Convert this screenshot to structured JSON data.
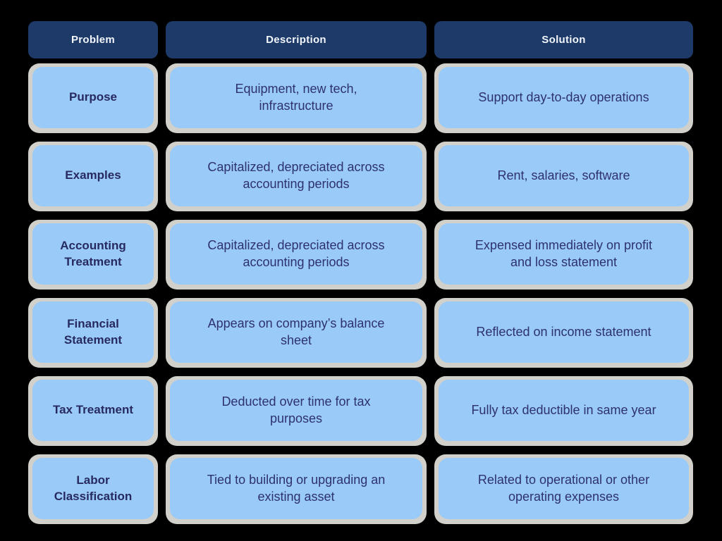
{
  "page": {
    "background_color": "#000000",
    "mat_color": "#d2d0ca",
    "cell_color": "#9acaf8",
    "header_color": "#1d3a69",
    "header_text_color": "#f2f5fb",
    "body_text_color": "#2e3170"
  },
  "table": {
    "headers": [
      "Problem",
      "Description",
      "Solution"
    ],
    "rows": [
      {
        "problem": "Purpose",
        "description": "Equipment, new tech, infrastructure",
        "solution": "Support day-to-day operations"
      },
      {
        "problem": "Examples",
        "description": "Capitalized, depreciated across accounting periods",
        "solution": "Rent, salaries, software"
      },
      {
        "problem": "Accounting Treatment",
        "description": "Capitalized, depreciated across accounting periods",
        "solution": "Expensed immediately on profit and loss statement"
      },
      {
        "problem": "Financial Statement",
        "description": "Appears on company’s balance sheet",
        "solution": "Reflected on income statement"
      },
      {
        "problem": "Tax Treatment",
        "description": "Deducted over time for tax purposes",
        "solution": "Fully tax deductible in same year"
      },
      {
        "problem": "Labor Classification",
        "description": "Tied to building or upgrading an existing asset",
        "solution": "Related to operational or other operating expenses"
      }
    ]
  }
}
